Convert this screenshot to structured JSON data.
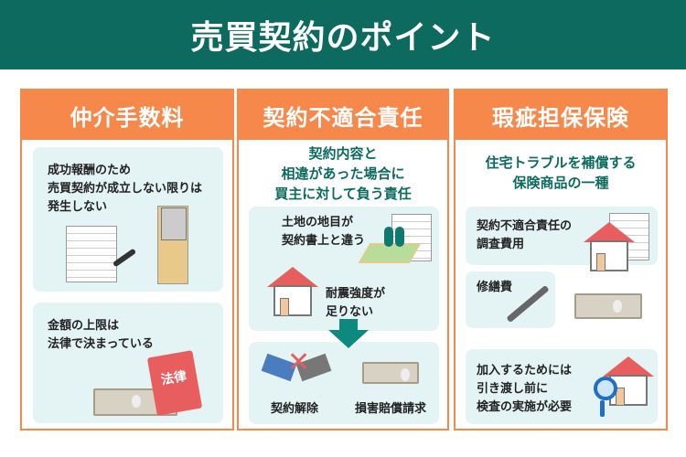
{
  "title": "売買契約のポイント",
  "columns": [
    {
      "heading": "仲介手数料",
      "boxes": [
        {
          "lines": [
            "成功報酬のため",
            "売買契約が成立しない限りは",
            "発生しない"
          ]
        },
        {
          "lines": [
            "金額の上限は",
            "法律で決まっている"
          ],
          "book_label": "法律"
        }
      ]
    },
    {
      "heading": "契約不適合責任",
      "subtitle": [
        "契約内容と",
        "相違があった場合に",
        "買主に対して負う責任"
      ],
      "boxes": [
        {
          "lines": [
            "土地の地目が",
            "契約書上と違う"
          ]
        },
        {
          "lines": [
            "耐震強度が",
            "足りない"
          ]
        }
      ],
      "results": [
        "契約解除",
        "損害賠償請求"
      ]
    },
    {
      "heading": "瑕疵担保保険",
      "subtitle": [
        "住宅トラブルを補償する",
        "保険商品の一種"
      ],
      "boxes": [
        {
          "lines": [
            "契約不適合責任の",
            "調査費用"
          ]
        },
        {
          "lines": [
            "修繕費"
          ]
        },
        {
          "lines": [
            "加入するためには",
            "引き渡し前に",
            "検査の実施が必要"
          ]
        }
      ]
    }
  ],
  "colors": {
    "header": "#0c6a5f",
    "accent": "#f5884a",
    "box": "#e4f3f3"
  }
}
